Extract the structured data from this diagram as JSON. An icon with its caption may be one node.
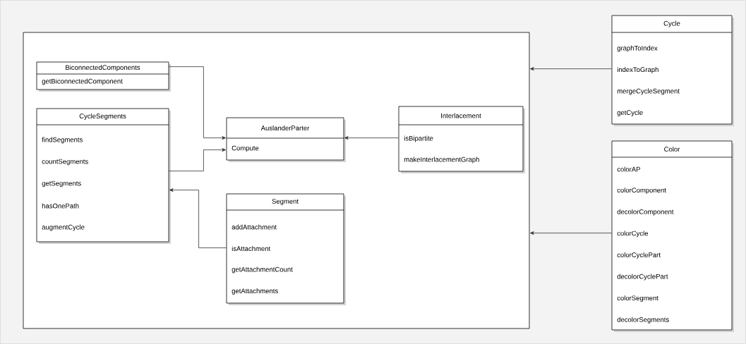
{
  "diagram": {
    "nodes": [
      {
        "text": [],
        "shape": "box"
      },
      {
        "text": [
          "BiconnectedComponents",
          "getBiconnectedComponent"
        ],
        "in": 0
      },
      {
        "text": [
          "CycleSegments",
          "findSegments",
          "countSegments",
          "getSegments",
          "hasOnePath",
          "augmentCycle"
        ],
        "in": 0
      },
      {
        "text": [
          "AuslanderParter",
          "Compute"
        ],
        "in": 0
      },
      {
        "text": [
          "Interlacement",
          "isBipartite",
          "makeInterlacementGraph"
        ],
        "in": 0
      },
      {
        "text": [
          "Segment",
          "addAttachment",
          "isAttachment",
          "getAttachmentCount",
          "getAttachments"
        ],
        "in": 0
      },
      {
        "text": [
          "Cycle",
          "graphToIndex",
          "indexToGraph",
          "mergeCycleSegment",
          "getCycle"
        ]
      },
      {
        "text": [
          "Color",
          "colorAP",
          "colorComponent",
          "decolorComponent",
          "colorCycle",
          "colorCyclePart",
          "decolorCyclePart",
          "colorSegment",
          "decolorSegments"
        ]
      }
    ],
    "edges": [
      {
        "from": 1,
        "to": 3,
        "arrow": "to"
      },
      {
        "from": 2,
        "to": 3,
        "arrow": "to"
      },
      {
        "from": 4,
        "to": 3,
        "arrow": "to"
      },
      {
        "from": 5,
        "to": 2,
        "arrow": "to"
      },
      {
        "from": 6,
        "to": 0,
        "arrow": "to"
      },
      {
        "from": 7,
        "to": 0,
        "arrow": "to"
      }
    ]
  }
}
